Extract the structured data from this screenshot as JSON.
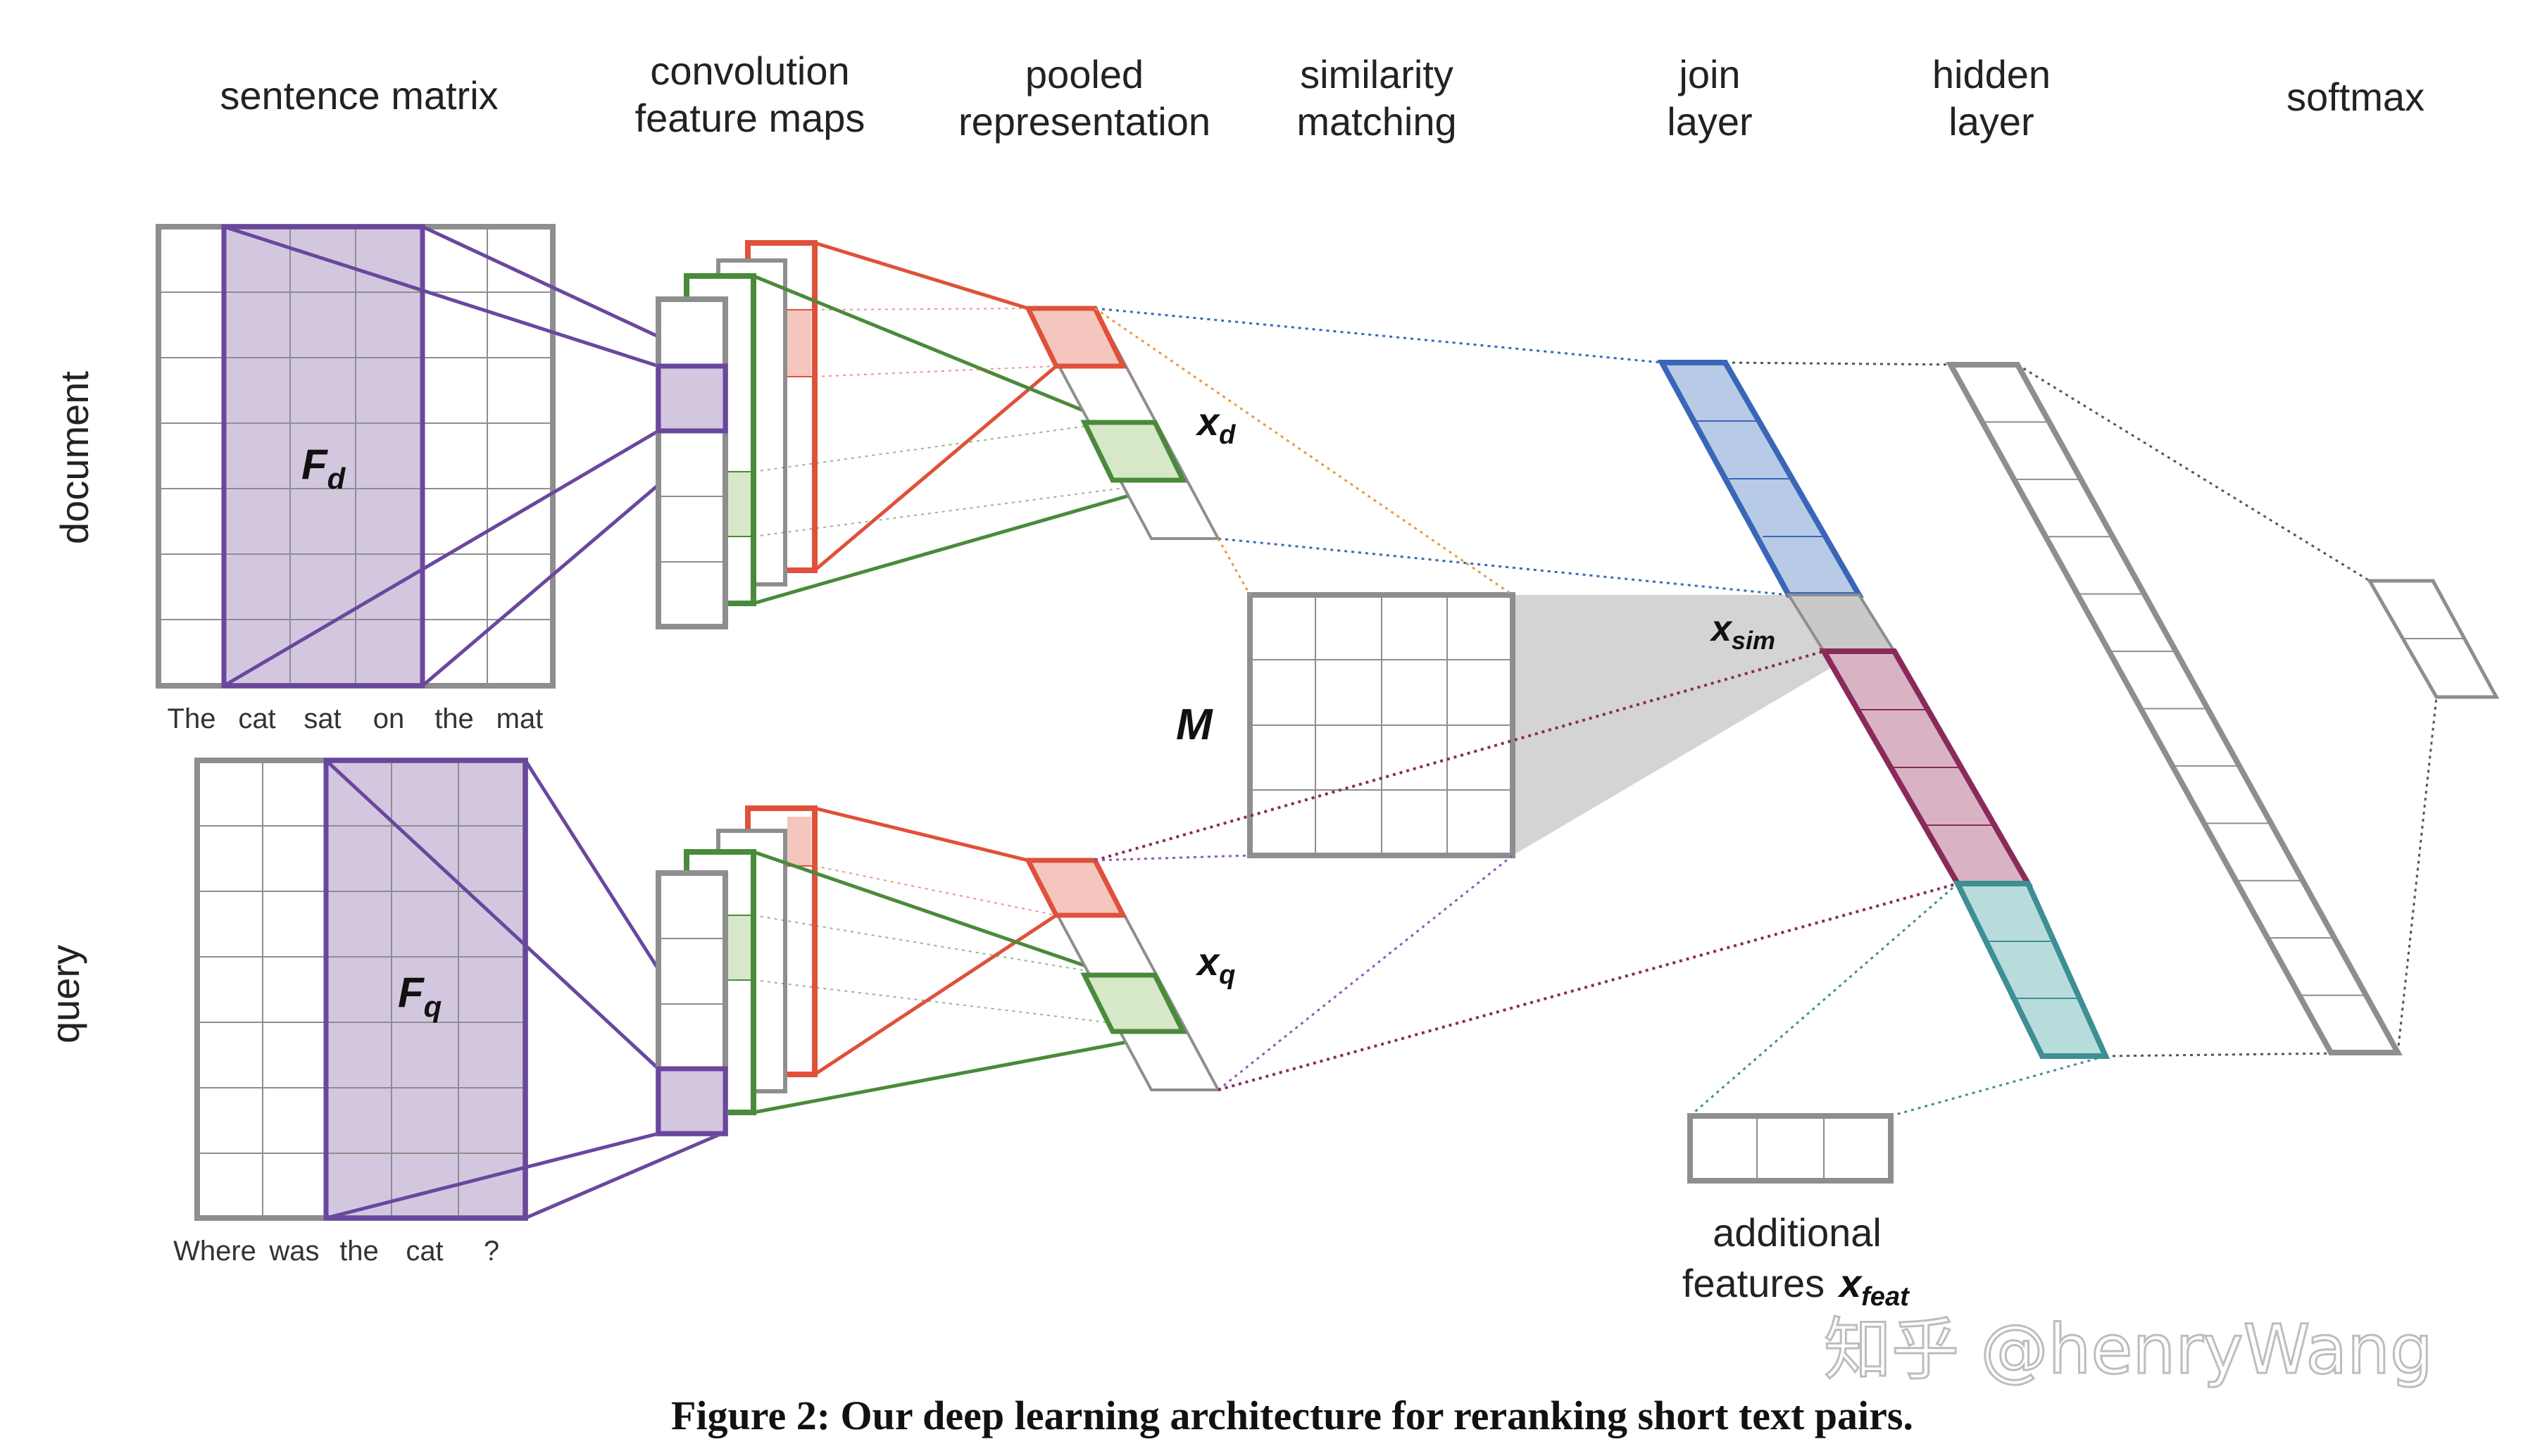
{
  "headers": {
    "sentence_matrix": "sentence matrix",
    "conv_1": "convolution",
    "conv_2": "feature maps",
    "pooled_1": "pooled",
    "pooled_2": "representation",
    "sim_1": "similarity",
    "sim_2": "matching",
    "join_1": "join",
    "join_2": "layer",
    "hidden_1": "hidden",
    "hidden_2": "layer",
    "softmax": "softmax"
  },
  "side_labels": {
    "document": "document",
    "query": "query"
  },
  "document_words": [
    "The",
    "cat",
    "sat",
    "on",
    "the",
    "mat"
  ],
  "query_words": [
    "Where",
    "was",
    "the",
    "cat",
    "?"
  ],
  "symbols": {
    "fd_main": "F",
    "fd_sub": "d",
    "fq_main": "F",
    "fq_sub": "q",
    "xd_main": "x",
    "xd_sub": "d",
    "xq_main": "x",
    "xq_sub": "q",
    "m": "M",
    "xsim_main": "x",
    "xsim_sub": "sim",
    "xfeat_main": "x",
    "xfeat_sub": "feat"
  },
  "additional_1": "additional",
  "additional_2": "features",
  "caption": "Figure 2: Our deep learning architecture for reranking short text pairs.",
  "watermark": "知乎 @henryWang",
  "colors": {
    "grid": "#8e8e8e",
    "purple": "#6a479e",
    "purple_fill": "#d3c7e0",
    "red": "#e0503a",
    "red_fill": "#f4c6bd",
    "green": "#4a8a3a",
    "green_fill": "#d6e8c8",
    "blue": "#3a66b8",
    "blue_fill": "#b8cbe6",
    "maroon": "#8a2a5a",
    "maroon_fill": "#d9b3c4",
    "teal": "#3d8f93",
    "teal_fill": "#b8dcdc",
    "shade": "#d4d4d4"
  }
}
